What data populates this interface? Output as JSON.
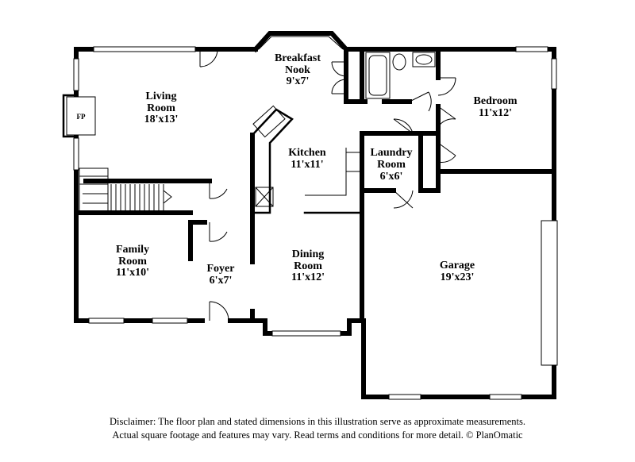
{
  "rooms": {
    "breakfast_nook": {
      "name_line1": "Breakfast",
      "name_line2": "Nook",
      "dims": "9'x7'"
    },
    "living_room": {
      "name_line1": "Living",
      "name_line2": "Room",
      "dims": "18'x13'"
    },
    "bedroom": {
      "name": "Bedroom",
      "dims": "11'x12'"
    },
    "kitchen": {
      "name": "Kitchen",
      "dims": "11'x11'"
    },
    "laundry_room": {
      "name_line1": "Laundry",
      "name_line2": "Room",
      "dims": "6'x6'"
    },
    "family_room": {
      "name_line1": "Family",
      "name_line2": "Room",
      "dims": "11'x10'"
    },
    "foyer": {
      "name": "Foyer",
      "dims": "6'x7'"
    },
    "dining_room": {
      "name_line1": "Dining",
      "name_line2": "Room",
      "dims": "11'x12'"
    },
    "garage": {
      "name": "Garage",
      "dims": "19'x23'"
    }
  },
  "fireplace_label": "FP",
  "disclaimer": {
    "line1": "Disclaimer: The floor plan and stated dimensions in this illustration serve as approximate measurements.",
    "line2": "Actual square footage and features may vary. Read terms and conditions for more detail. © PlanOmatic"
  }
}
